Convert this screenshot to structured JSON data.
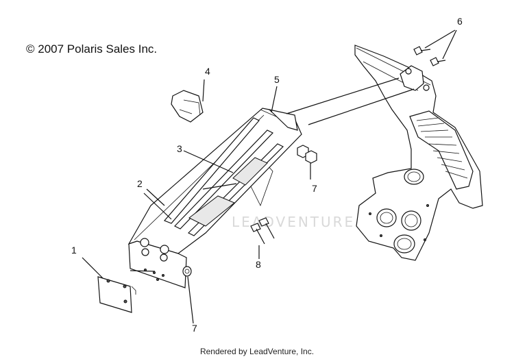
{
  "copyright": "© 2007 Polaris Sales Inc.",
  "footer": "Rendered by LeadVenture, Inc.",
  "watermark": "LEADVENTURE",
  "callouts": {
    "c1": "1",
    "c2": "2",
    "c3": "3",
    "c4": "4",
    "c5": "5",
    "c6": "6",
    "c7a": "7",
    "c7b": "7",
    "c8": "8"
  }
}
